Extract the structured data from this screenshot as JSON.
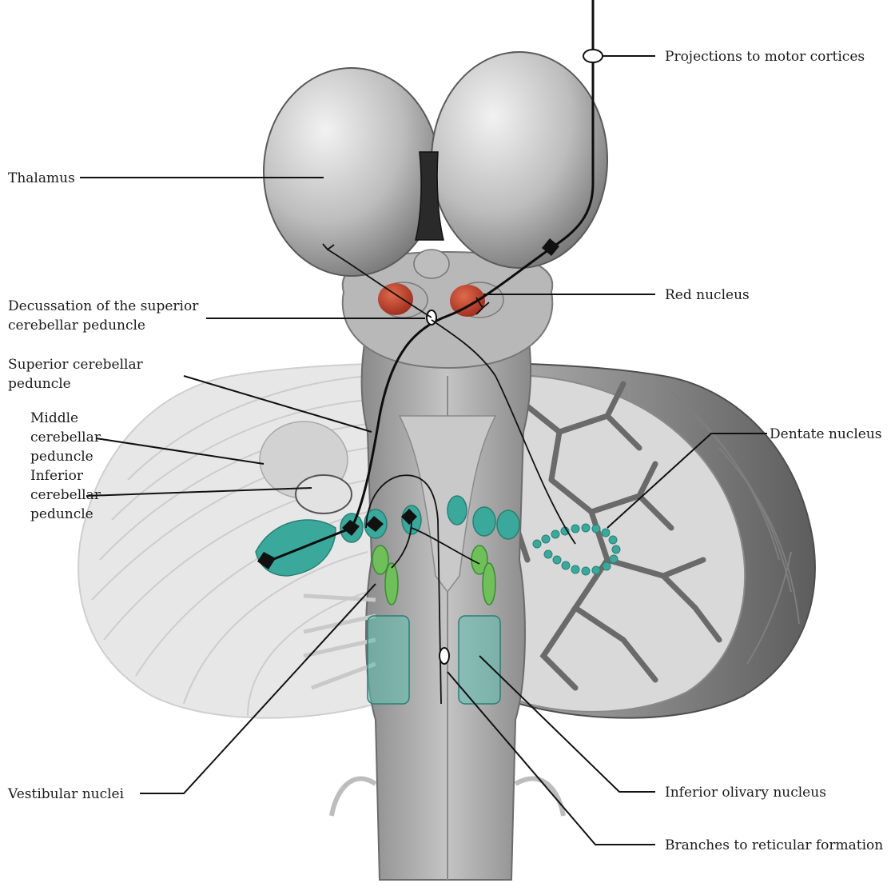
{
  "labels": {
    "projections": "Projections to motor cortices",
    "thalamus": "Thalamus",
    "red_nucleus": "Red nucleus",
    "decussation_line1": "Decussation of the superior",
    "decussation_line2": "cerebellar peduncle",
    "scp_line1": "Superior cerebellar",
    "scp_line2": "peduncle",
    "mcp_line1": "Middle",
    "mcp_line2": "cerebellar",
    "mcp_line3": "peduncle",
    "icp_line1": "Inferior",
    "icp_line2": "cerebellar",
    "icp_line3": "peduncle",
    "dentate": "Dentate nucleus",
    "vestibular": "Vestibular nuclei",
    "inferior_olivary": "Inferior olivary nucleus",
    "reticular": "Branches to reticular formation"
  },
  "colors": {
    "brainstem": "#a9a9a9",
    "cerebellum": "#e4e4e4",
    "cerebellum_cut": "#6e6e6e",
    "red_nucleus": "#c0392b",
    "vestibular": "#3aa99b",
    "olive": "#6fbf5a",
    "fiber": "#0d0d0d"
  }
}
